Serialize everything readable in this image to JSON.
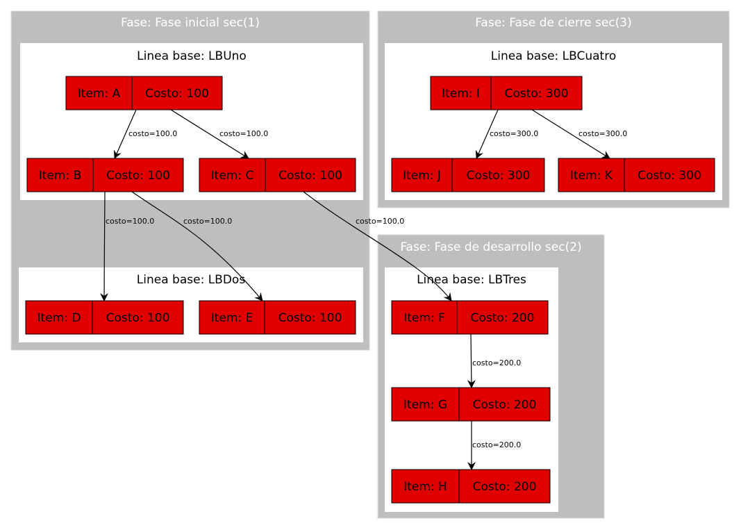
{
  "colors": {
    "phase_bg": "#bebebe",
    "baseline_bg": "#ffffff",
    "node_fill": "#e00000",
    "phase_text": "#ffffff"
  },
  "phases": [
    {
      "id": "p1",
      "label": "Fase: Fase inicial sec(1)"
    },
    {
      "id": "p3",
      "label": "Fase: Fase de cierre sec(3)"
    },
    {
      "id": "p2",
      "label": "Fase: Fase de desarrollo sec(2)"
    }
  ],
  "baselines": [
    {
      "id": "lb1",
      "label": "Linea base: LBUno"
    },
    {
      "id": "lb2",
      "label": "Linea base: LBDos"
    },
    {
      "id": "lb4",
      "label": "Linea base: LBCuatro"
    },
    {
      "id": "lb3",
      "label": "Linea base: LBTres"
    }
  ],
  "nodes": [
    {
      "id": "A",
      "item": "Item: A",
      "cost": "Costo: 100"
    },
    {
      "id": "B",
      "item": "Item: B",
      "cost": "Costo: 100"
    },
    {
      "id": "C",
      "item": "Item: C",
      "cost": "Costo: 100"
    },
    {
      "id": "D",
      "item": "Item: D",
      "cost": "Costo: 100"
    },
    {
      "id": "E",
      "item": "Item: E",
      "cost": "Costo: 100"
    },
    {
      "id": "I",
      "item": "Item: I",
      "cost": "Costo: 300"
    },
    {
      "id": "J",
      "item": "Item: J",
      "cost": "Costo: 300"
    },
    {
      "id": "K",
      "item": "Item: K",
      "cost": "Costo: 300"
    },
    {
      "id": "F",
      "item": "Item: F",
      "cost": "Costo: 200"
    },
    {
      "id": "G",
      "item": "Item: G",
      "cost": "Costo: 200"
    },
    {
      "id": "H",
      "item": "Item: H",
      "cost": "Costo: 200"
    }
  ],
  "edges": [
    {
      "from": "A",
      "to": "B",
      "label": "costo=100.0"
    },
    {
      "from": "A",
      "to": "C",
      "label": "costo=100.0"
    },
    {
      "from": "B",
      "to": "D",
      "label": "costo=100.0"
    },
    {
      "from": "B",
      "to": "E",
      "label": "costo=100.0"
    },
    {
      "from": "C",
      "to": "F",
      "label": "costo=100.0"
    },
    {
      "from": "I",
      "to": "J",
      "label": "costo=300.0"
    },
    {
      "from": "I",
      "to": "K",
      "label": "costo=300.0"
    },
    {
      "from": "F",
      "to": "G",
      "label": "costo=200.0"
    },
    {
      "from": "G",
      "to": "H",
      "label": "costo=200.0"
    }
  ]
}
